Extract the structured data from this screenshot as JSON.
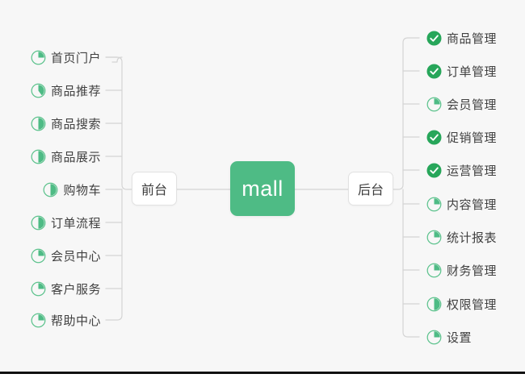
{
  "meta": {
    "background": "#f7f7f7",
    "accent": "#4ebb85",
    "ring_color": "#5ec38e",
    "line_color": "#d4d4d4",
    "text_color": "#404040"
  },
  "root": {
    "label": "mall"
  },
  "branches": {
    "front": {
      "label": "前台"
    },
    "back": {
      "label": "后台"
    }
  },
  "chart_data": {
    "type": "diagram",
    "title": "mall",
    "layout": "mindmap-horizontal",
    "root": "mall",
    "branches": [
      {
        "name": "前台",
        "side": "left",
        "children": [
          {
            "label": "首页门户",
            "icon": "pie-progress-icon",
            "progress": 25,
            "state": "in-progress"
          },
          {
            "label": "商品推荐",
            "icon": "pie-progress-icon",
            "progress": 40,
            "state": "in-progress"
          },
          {
            "label": "商品搜索",
            "icon": "pie-progress-icon",
            "progress": 50,
            "state": "in-progress"
          },
          {
            "label": "商品展示",
            "icon": "pie-progress-icon",
            "progress": 50,
            "state": "in-progress"
          },
          {
            "label": "购物车",
            "icon": "pie-progress-icon",
            "progress": 50,
            "state": "in-progress"
          },
          {
            "label": "订单流程",
            "icon": "pie-progress-icon",
            "progress": 50,
            "state": "in-progress"
          },
          {
            "label": "会员中心",
            "icon": "pie-progress-icon",
            "progress": 25,
            "state": "in-progress"
          },
          {
            "label": "客户服务",
            "icon": "pie-progress-icon",
            "progress": 25,
            "state": "in-progress"
          },
          {
            "label": "帮助中心",
            "icon": "pie-progress-icon",
            "progress": 25,
            "state": "in-progress"
          }
        ]
      },
      {
        "name": "后台",
        "side": "right",
        "children": [
          {
            "label": "商品管理",
            "icon": "check-circle-icon",
            "progress": 100,
            "state": "done"
          },
          {
            "label": "订单管理",
            "icon": "check-circle-icon",
            "progress": 100,
            "state": "done"
          },
          {
            "label": "会员管理",
            "icon": "pie-progress-icon",
            "progress": 25,
            "state": "in-progress"
          },
          {
            "label": "促销管理",
            "icon": "check-circle-icon",
            "progress": 100,
            "state": "done"
          },
          {
            "label": "运营管理",
            "icon": "check-circle-icon",
            "progress": 100,
            "state": "done"
          },
          {
            "label": "内容管理",
            "icon": "pie-progress-icon",
            "progress": 25,
            "state": "in-progress"
          },
          {
            "label": "统计报表",
            "icon": "pie-progress-icon",
            "progress": 25,
            "state": "in-progress"
          },
          {
            "label": "财务管理",
            "icon": "pie-progress-icon",
            "progress": 25,
            "state": "in-progress"
          },
          {
            "label": "权限管理",
            "icon": "pie-progress-icon",
            "progress": 50,
            "state": "in-progress"
          },
          {
            "label": "设置",
            "icon": "pie-progress-icon",
            "progress": 25,
            "state": "in-progress"
          }
        ]
      }
    ]
  }
}
